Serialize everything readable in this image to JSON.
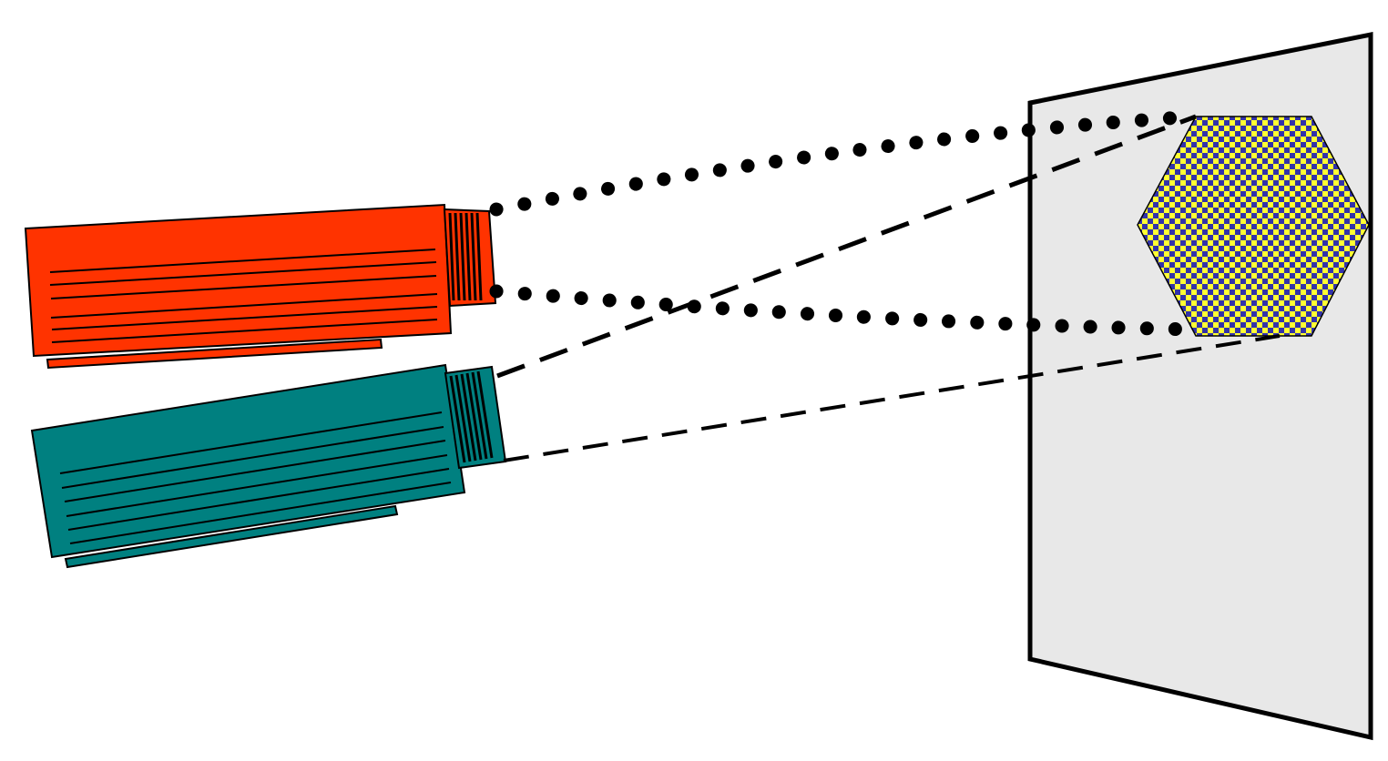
{
  "diagram": {
    "projectors": [
      {
        "id": "projector-1",
        "body_color": "#ff3300",
        "edge_color": "#000000",
        "lens_color": "#ff3300"
      },
      {
        "id": "projector-2",
        "body_color": "#008080",
        "edge_color": "#000000",
        "lens_color": "#008080"
      }
    ],
    "screen": {
      "fill_color": "#e8e8e8",
      "edge_color": "#000000"
    },
    "projected_image": {
      "shape": "hexagon",
      "pattern": "checkerboard",
      "colors": [
        "#ffff33",
        "#3333aa"
      ]
    },
    "rays": [
      {
        "from": "projector-1",
        "style": "dotted",
        "color": "#000000"
      },
      {
        "from": "projector-2",
        "style": "dashed",
        "color": "#000000"
      }
    ]
  }
}
